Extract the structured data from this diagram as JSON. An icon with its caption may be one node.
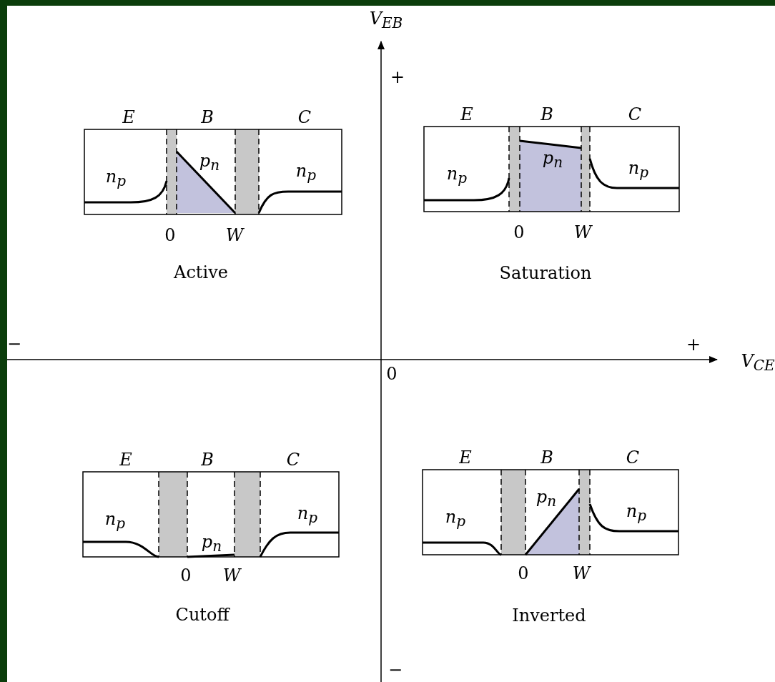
{
  "diagram": {
    "labels": [
      "V$_{EB}$",
      "+",
      "E",
      "B",
      "C",
      "n$_{p}$",
      "p$_{n}$",
      "n$_{p}$",
      "0",
      "W",
      "Active",
      "E",
      "B",
      "C",
      "n$_{p}$",
      "p$_{n}$",
      "n$_{p}$",
      "0",
      "W",
      "Saturation",
      "−",
      "+",
      "V$_{CE}$",
      "0",
      "E",
      "B",
      "C",
      "n$_{p}$",
      "p$_{n}$",
      "n$_{p}$",
      "0",
      "W",
      "Cutoff",
      "E",
      "B",
      "C",
      "n$_{p}$",
      "p$_{n}$",
      "n$_{p}$",
      "0",
      "W",
      "Inverted",
      "−"
    ]
  }
}
